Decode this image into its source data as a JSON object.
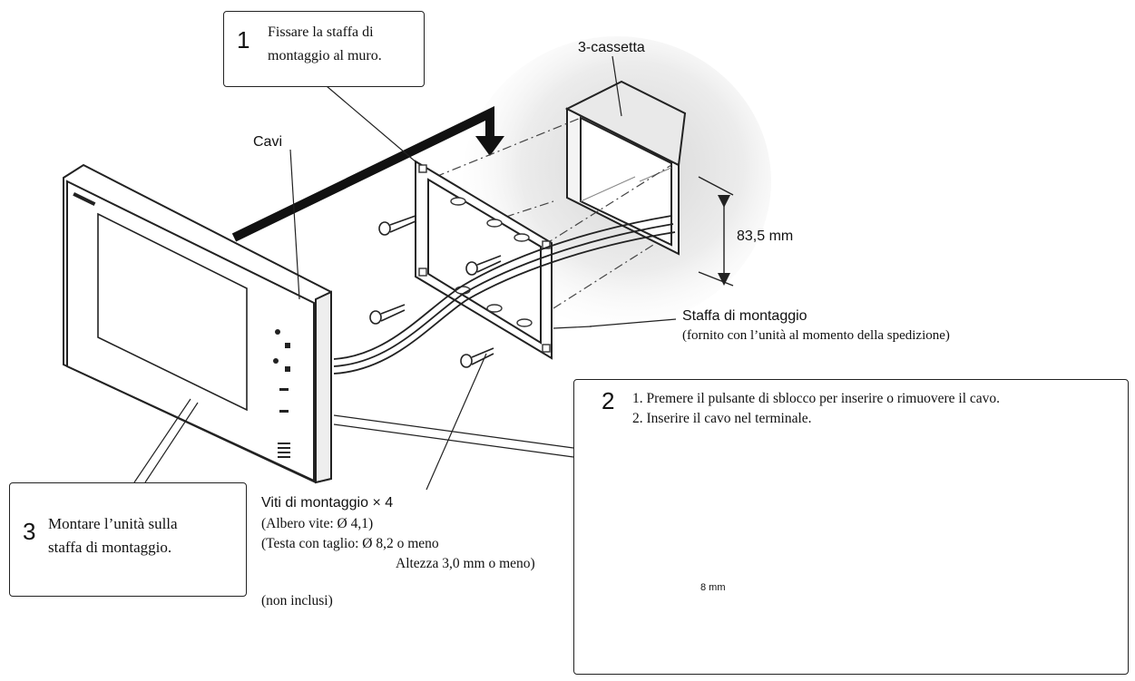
{
  "steps": {
    "step1": {
      "number": "1",
      "line1": "Fissare la staffa di",
      "line2": "montaggio al muro."
    },
    "step2": {
      "number": "2",
      "line1": "1. Premere il pulsante di sblocco per inserire o rimuovere il cavo.",
      "line2": "2. Inserire il cavo nel terminale."
    },
    "step3": {
      "number": "3",
      "line1": "Montare l’unità sulla",
      "line2": "staffa di montaggio."
    }
  },
  "labels": {
    "cassetta": "3-cassetta",
    "cavi": "Cavi",
    "dimension": "83,5 mm",
    "staffa_title": "Staffa di montaggio",
    "staffa_note": "(fornito con l’unità al momento della spedizione)",
    "viti_title": "Viti di montaggio × 4",
    "viti_albero": "(Albero vite: Ø 4,1)",
    "viti_testa": "(Testa con taglio: Ø 8,2 o meno",
    "viti_altezza": "Altezza 3,0 mm o meno)",
    "non_inclusi": "(non inclusi)",
    "strip_length": "8 mm"
  }
}
